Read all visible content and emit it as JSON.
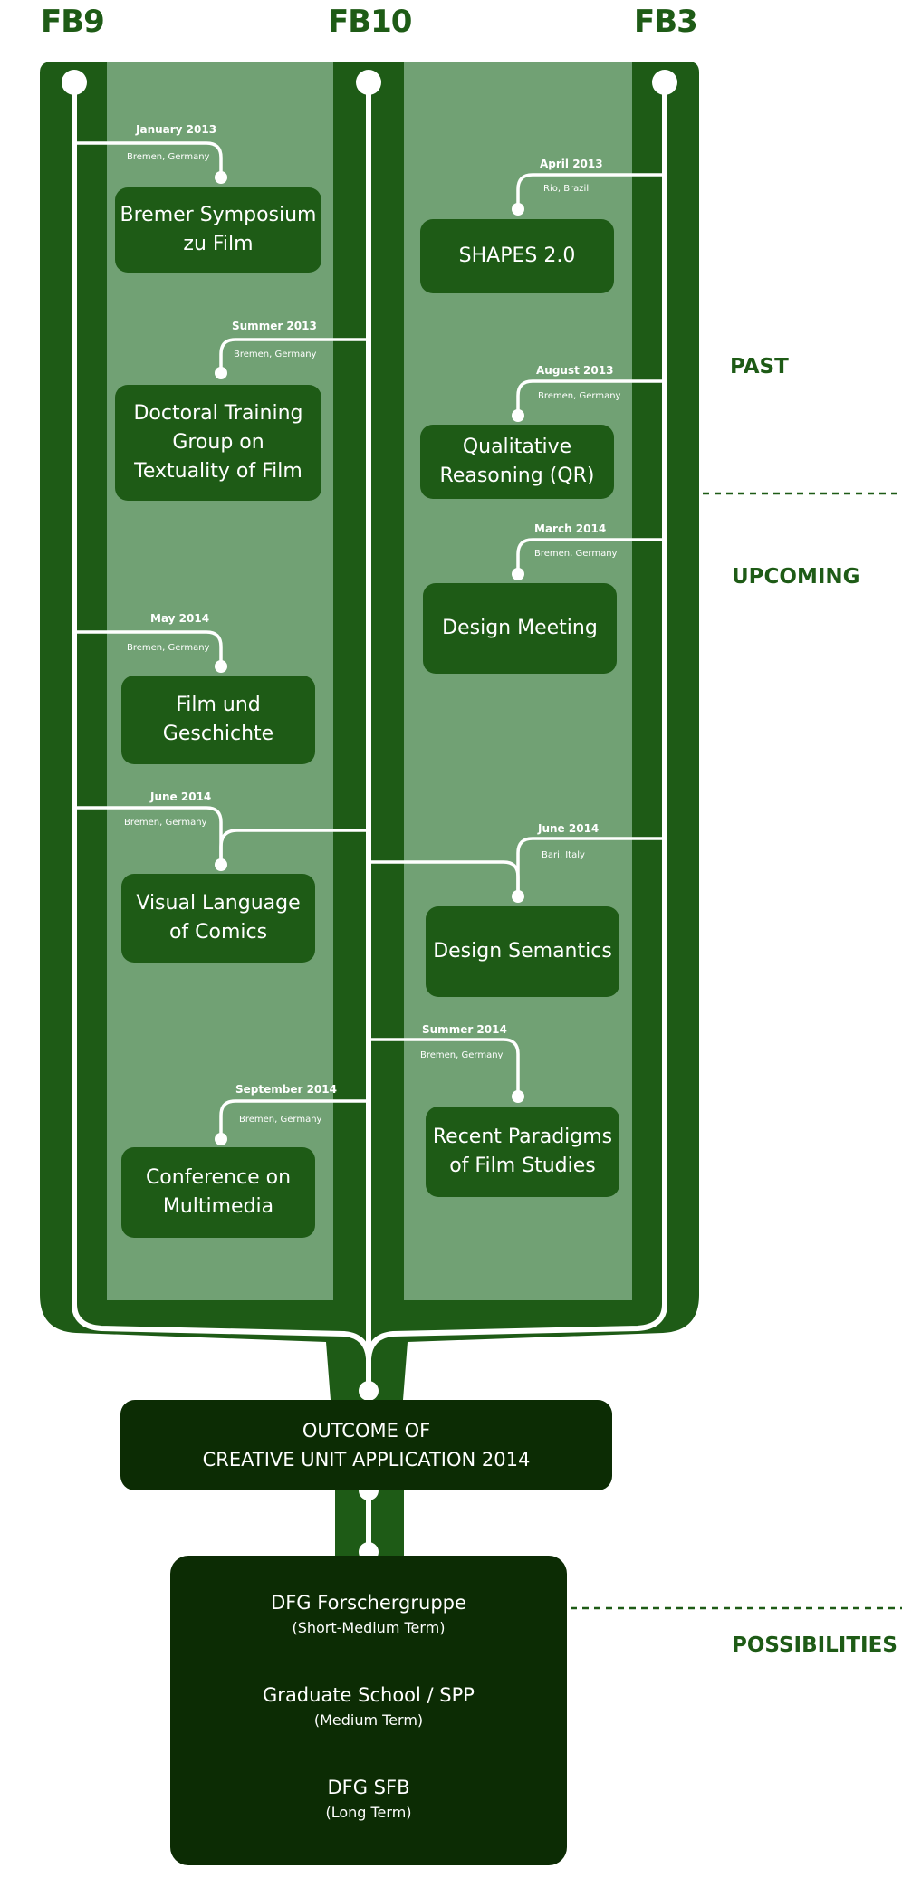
{
  "columns": [
    "FB9",
    "FB10",
    "FB3"
  ],
  "phases": {
    "past": "PAST",
    "upcoming": "UPCOMING",
    "possibilities": "POSSIBILITIES"
  },
  "colors": {
    "dark": "#1e5b16",
    "light": "#71a174",
    "darkest": "#0c2c04",
    "white": "#ffffff"
  },
  "events": [
    {
      "id": "bremer",
      "title": "Bremer Symposium\nzu Film",
      "date": "January 2013",
      "place": "Bremen, Germany",
      "column": "FB9"
    },
    {
      "id": "doctoral",
      "title": "Doctoral Training\nGroup on\nTextuality of Film",
      "date": "Summer 2013",
      "place": "Bremen, Germany",
      "column": "FB10"
    },
    {
      "id": "film-und",
      "title": "Film und\nGeschichte",
      "date": "May 2014",
      "place": "Bremen, Germany",
      "column": "FB9"
    },
    {
      "id": "visual",
      "title": "Visual Language\nof Comics",
      "date": "June 2014",
      "place": "Bremen, Germany",
      "column": "FB9, FB10"
    },
    {
      "id": "conference",
      "title": "Conference on\nMultimedia",
      "date": "September 2014",
      "place": "Bremen, Germany",
      "column": "FB10"
    },
    {
      "id": "shapes",
      "title": "SHAPES 2.0",
      "date": "April 2013",
      "place": "Rio, Brazil",
      "column": "FB3"
    },
    {
      "id": "qr",
      "title": "Qualitative\nReasoning (QR)",
      "date": "August 2013",
      "place": "Bremen, Germany",
      "column": "FB3"
    },
    {
      "id": "design-meeting",
      "title": "Design Meeting",
      "date": "March 2014",
      "place": "Bremen, Germany",
      "column": "FB3"
    },
    {
      "id": "design-semantics",
      "title": "Design Semantics",
      "date": "June 2014",
      "place": "Bari, Italy",
      "column": "FB3, FB10"
    },
    {
      "id": "recent",
      "title": "Recent Paradigms\nof Film Studies",
      "date": "Summer 2014",
      "place": "Bremen, Germany",
      "column": "FB10"
    }
  ],
  "outcome": {
    "line1": "OUTCOME OF",
    "line2": "CREATIVE UNIT APPLICATION 2014"
  },
  "possibilities": [
    {
      "title": "DFG Forschergruppe",
      "term": "(Short-Medium Term)"
    },
    {
      "title": "Graduate School / SPP",
      "term": "(Medium Term)"
    },
    {
      "title": "DFG SFB",
      "term": "(Long Term)"
    }
  ]
}
